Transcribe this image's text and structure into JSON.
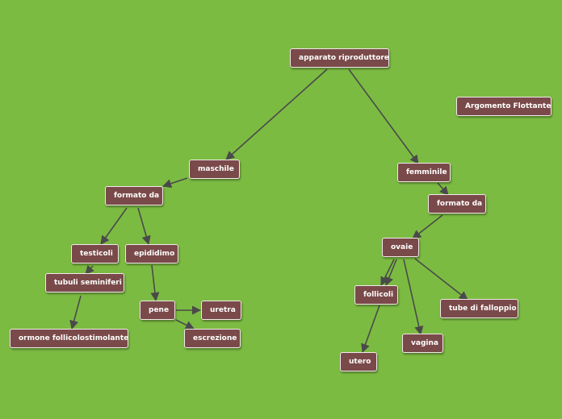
{
  "nodes": {
    "root": "apparato riproduttore",
    "floating": "Argomento Flottante",
    "maschile": "maschile",
    "formato_m": "formato da",
    "testicoli": "testicoli",
    "tubuli": "tubuli seminiferi",
    "ormone": "ormone follicolostimolante",
    "epididimo": "epididimo",
    "pene": "pene",
    "uretra": "uretra",
    "escrezione": "escrezione",
    "femminile": "femminile",
    "formato_f": "formato da",
    "ovaie": "ovaie",
    "follicoli": "follicoli",
    "utero": "utero",
    "vagina": "vagina",
    "tube": "tube di falloppio"
  },
  "colors": {
    "background": "#7cbb42",
    "node_fill": "#7a4a4a",
    "node_border": "#f2eaea",
    "node_text": "#ffffff",
    "edge": "#4a4a4a"
  }
}
